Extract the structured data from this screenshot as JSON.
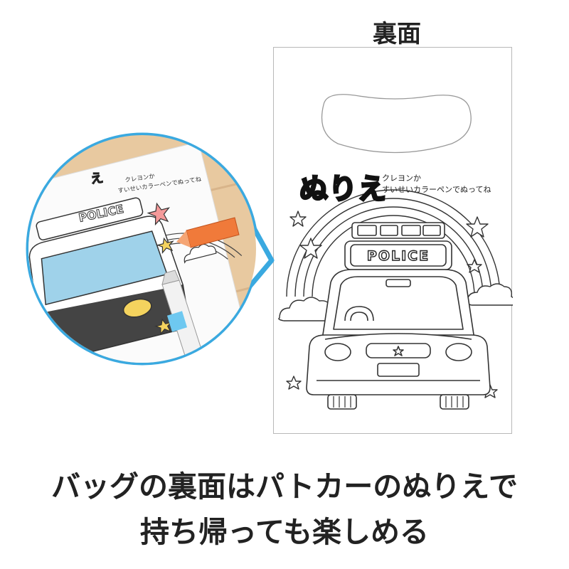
{
  "bag_side": {
    "title": "裏面",
    "heading": "ぬりえ",
    "instruction_line1": "クレヨンか",
    "instruction_line2": "すいせいカラーペンでぬってね",
    "police_label": "POLICE"
  },
  "photo_inset": {
    "heading_partial": "え",
    "instruction_line1": "クレヨンか",
    "instruction_line2": "すいせいカラーペンでぬってね",
    "police_label": "POLICE"
  },
  "caption": {
    "line1": "バッグの裏面はパトカーのぬりえで",
    "line2": "持ち帰っても楽しめる"
  },
  "colors": {
    "callout_border": "#3aa9e0",
    "line_art": "#333333",
    "table_wood": "#e8c9a0",
    "crayon_orange": "#f07a3a",
    "marker_blue": "#6ec8f0"
  },
  "icons": [
    "star-icon",
    "cloud-icon",
    "rainbow-icon",
    "police-car-icon",
    "crayon-icon",
    "marker-icon"
  ]
}
